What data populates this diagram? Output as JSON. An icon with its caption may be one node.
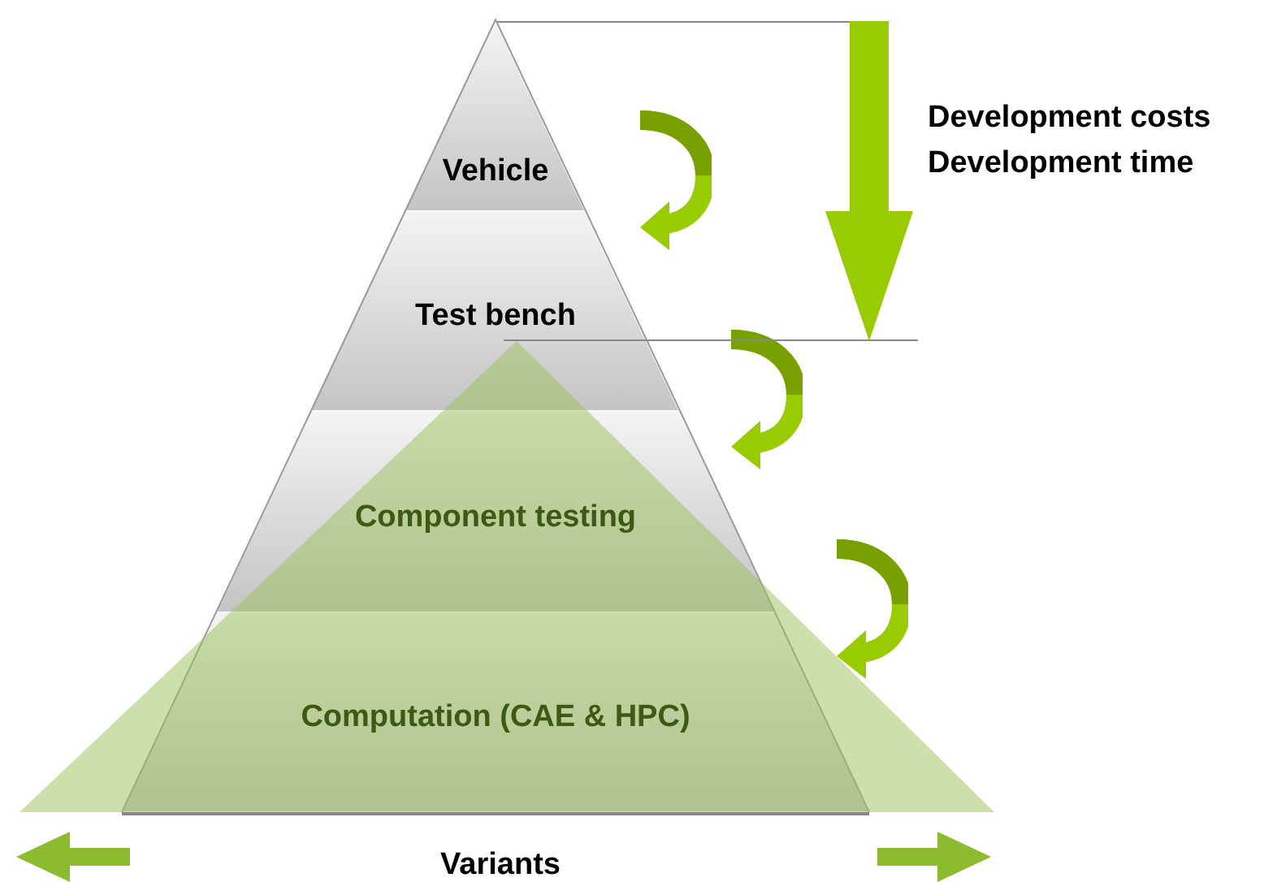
{
  "diagram": {
    "nodes": [
      {
        "text": [
          "Vehicle"
        ]
      },
      {
        "text": [
          "Test bench"
        ]
      },
      {
        "text": [
          "Component testing"
        ]
      },
      {
        "text": [
          "Computation (CAE & HPC)"
        ]
      }
    ],
    "labels": [
      "Development costs",
      "Development time",
      "Variants"
    ]
  }
}
